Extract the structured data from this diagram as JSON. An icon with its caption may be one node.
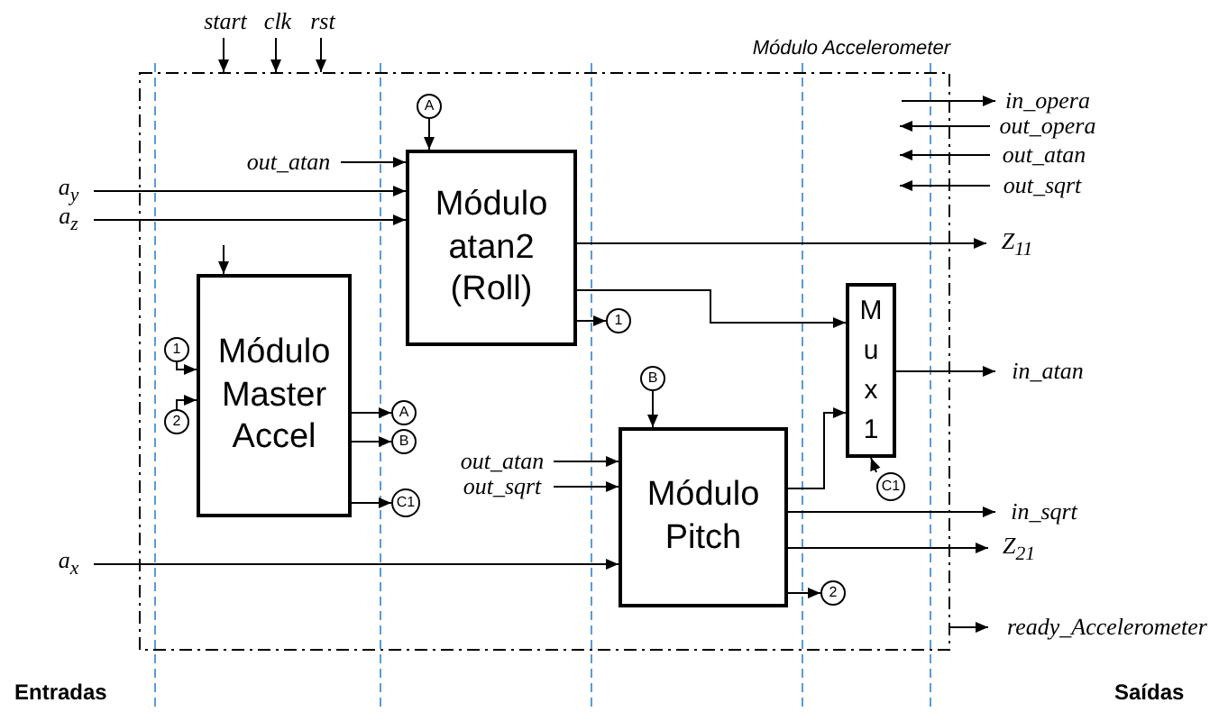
{
  "diagram": {
    "nodes": [
      {
        "text": [
          "Módulo Accelerometer"
        ]
      },
      {
        "text": [
          "Módulo Master Accel"
        ],
        "in": 0
      },
      {
        "text": [
          "Módulo atan2 (Roll)"
        ],
        "in": 0
      },
      {
        "text": [
          "Módulo Pitch"
        ],
        "in": 0
      },
      {
        "text": [
          "M u x 1"
        ],
        "in": 0
      },
      {
        "text": [
          "start"
        ]
      },
      {
        "text": [
          "clk"
        ]
      },
      {
        "text": [
          "rst"
        ]
      },
      {
        "text": [
          "a$_{y}$"
        ]
      },
      {
        "text": [
          "a$_{z}$"
        ]
      },
      {
        "text": [
          "a$_{x}$"
        ]
      },
      {
        "text": [
          "out_atan"
        ],
        "in": 0
      },
      {
        "text": [
          "A"
        ],
        "in": 0
      },
      {
        "text": [
          "1"
        ],
        "in": 0
      },
      {
        "text": [
          "1"
        ],
        "in": 0
      },
      {
        "text": [
          "2"
        ],
        "in": 0
      },
      {
        "text": [
          "A"
        ],
        "in": 0
      },
      {
        "text": [
          "B"
        ],
        "in": 0
      },
      {
        "text": [
          "C1"
        ],
        "in": 0
      },
      {
        "text": [
          "B"
        ],
        "in": 0
      },
      {
        "text": [
          "out_atan"
        ],
        "in": 0
      },
      {
        "text": [
          "out_sqrt"
        ],
        "in": 0
      },
      {
        "text": [
          "2"
        ],
        "in": 0
      },
      {
        "text": [
          "C1"
        ],
        "in": 0
      },
      {
        "text": [
          "in_atan"
        ]
      },
      {
        "text": [
          "Z$_{11}$"
        ]
      },
      {
        "text": [
          "in_sqrt"
        ]
      },
      {
        "text": [
          "Z$_{21}$"
        ]
      },
      {
        "text": [
          "ready_Accelerometer"
        ]
      },
      {
        "text": [
          "in_opera"
        ]
      },
      {
        "text": [
          "out_opera"
        ]
      },
      {
        "text": [
          "out_atan"
        ]
      },
      {
        "text": [
          "out_sqrt"
        ]
      }
    ],
    "edges": [
      {
        "from": 5,
        "to": 0,
        "arrow": "to"
      },
      {
        "from": 6,
        "to": 0,
        "arrow": "to"
      },
      {
        "from": 7,
        "to": 0,
        "arrow": "to"
      },
      {
        "from": 8,
        "to": 2,
        "arrow": "to"
      },
      {
        "from": 9,
        "to": 2,
        "arrow": "to"
      },
      {
        "from": 11,
        "to": 2,
        "arrow": "to"
      },
      {
        "from": 12,
        "to": 2,
        "arrow": "to"
      },
      {
        "from": 2,
        "to": 13,
        "arrow": "to"
      },
      {
        "from": null,
        "to": 1,
        "arrow": "to"
      },
      {
        "from": 14,
        "to": 1,
        "arrow": "to"
      },
      {
        "from": 15,
        "to": 1,
        "arrow": "to"
      },
      {
        "from": 1,
        "to": 16,
        "arrow": "to"
      },
      {
        "from": 1,
        "to": 17,
        "arrow": "to"
      },
      {
        "from": 1,
        "to": 18,
        "arrow": "to"
      },
      {
        "from": 2,
        "to": 25,
        "arrow": "to"
      },
      {
        "from": 2,
        "to": 4,
        "arrow": "to"
      },
      {
        "from": 19,
        "to": 3,
        "arrow": "to"
      },
      {
        "from": 20,
        "to": 3,
        "arrow": "to"
      },
      {
        "from": 21,
        "to": 3,
        "arrow": "to"
      },
      {
        "from": 10,
        "to": 3,
        "arrow": "to"
      },
      {
        "from": 3,
        "to": 4,
        "arrow": "to"
      },
      {
        "from": 23,
        "to": 4,
        "arrow": "to"
      },
      {
        "from": 4,
        "to": 24,
        "arrow": "to"
      },
      {
        "from": 3,
        "to": 26,
        "arrow": "to"
      },
      {
        "from": 3,
        "to": 27,
        "arrow": "to"
      },
      {
        "from": 3,
        "to": 22,
        "arrow": "to"
      },
      {
        "from": 0,
        "to": 28,
        "arrow": "to"
      },
      {
        "from": null,
        "to": 29,
        "arrow": "to"
      },
      {
        "from": 30,
        "to": null,
        "arrow": "to"
      },
      {
        "from": 31,
        "to": null,
        "arrow": "to"
      },
      {
        "from": 32,
        "to": null,
        "arrow": "to"
      }
    ],
    "labels": [
      "Entradas",
      "Saídas"
    ]
  }
}
